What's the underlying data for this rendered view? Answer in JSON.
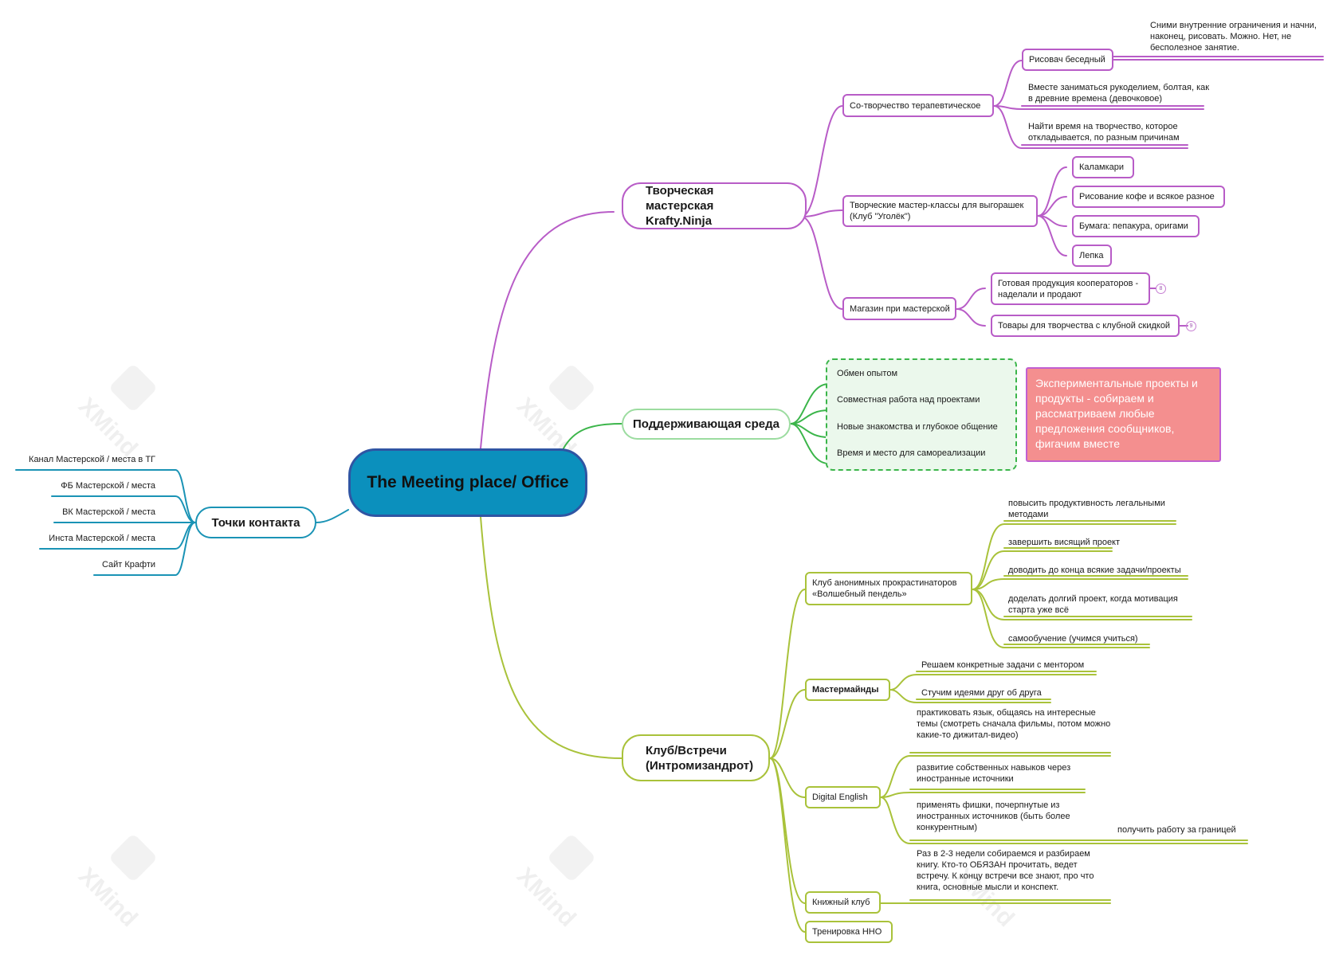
{
  "center": "The Meeting place/ Office",
  "branches": {
    "workshop": {
      "title": "Творческая мастерская Krafty.Ninja",
      "cotherapy": {
        "title": "Со-творчество терапевтическое",
        "risovach": "Рисовач беседный",
        "risovach_note": "Сними внутренние ограничения и начни, наконец, рисовать. Можно. Нет, не бесполезное занятие.",
        "together": "Вместе заниматься рукоделием, болтая, как в древние времена (девочковое)",
        "time": "Найти время на творчество, которое откладывается, по разным причинам"
      },
      "masterclasses": {
        "title": "Творческие мастер-классы для выгорашек (Клуб \"Уголёк\")",
        "items": [
          "Каламкари",
          "Рисование кофе и всякое разное",
          "Бумага: пепакура, оригами",
          "Лепка"
        ]
      },
      "shop": {
        "title": "Магазин при мастерской",
        "products": "Готовая продукция кооператоров - наделали и продают",
        "products_badge": "8",
        "goods": "Товары для творчества с клубной скидкой",
        "goods_badge": "9"
      }
    },
    "support": {
      "title": "Поддерживающая среда",
      "items": [
        "Обмен опытом",
        "Совместная работа над проектами",
        "Новые знакомства и глубокое общение",
        "Время и место для самореализации"
      ],
      "callout": "Экспериментальные проекты и продукты - собираем и рассматриваем любые предложения сообщников, фигачим вместе"
    },
    "club": {
      "title": "Клуб/Встречи (Интромизандрот)",
      "procrast": {
        "title": "Клуб анонимных прокрастинаторов «Волшебный пендель»",
        "items": [
          "повысить продуктивность легальными методами",
          "завершить висящий проект",
          "доводить до конца всякие задачи/проекты",
          "доделать долгий проект, когда мотивация старта уже всё",
          "самообучение (учимся учиться)"
        ]
      },
      "mastermind": {
        "title": "Мастермайнды",
        "items": [
          "Решаем конкретные задачи с ментором",
          "Стучим идеями друг об друга"
        ]
      },
      "english": {
        "title": "Digital English",
        "items": [
          "практиковать язык, общаясь на интересные темы (смотреть сначала фильмы, потом можно какие-то дижитал-видео)",
          "развитие собственных навыков через иностранные источники",
          "применять фишки, почерпнутые из иностранных источников (быть более конкурентным)"
        ],
        "abroad": "получить работу за границей"
      },
      "book": {
        "title": "Книжный клуб",
        "note": "Раз в 2-3 недели собираемся и разбираем книгу. Кто-то ОБЯЗАН прочитать, ведет встречу. К концу встречи все знают, про что книга, основные мысли и конспект."
      },
      "nno": "Тренировка ННО"
    },
    "contacts": {
      "title": "Точки контакта",
      "items": [
        "Канал Мастерской / места в ТГ",
        "ФБ Мастерской / места",
        "ВК Мастерской / места",
        "Инста Мастерской / места",
        "Сайт Крафти"
      ]
    }
  },
  "watermark": "XMind",
  "colors": {
    "purple": "#b85cc7",
    "green": "#3bb54a",
    "olive": "#a9c23a",
    "blue": "#1a93b5",
    "center": "#0b90bd",
    "callout": "#f48f8f"
  }
}
